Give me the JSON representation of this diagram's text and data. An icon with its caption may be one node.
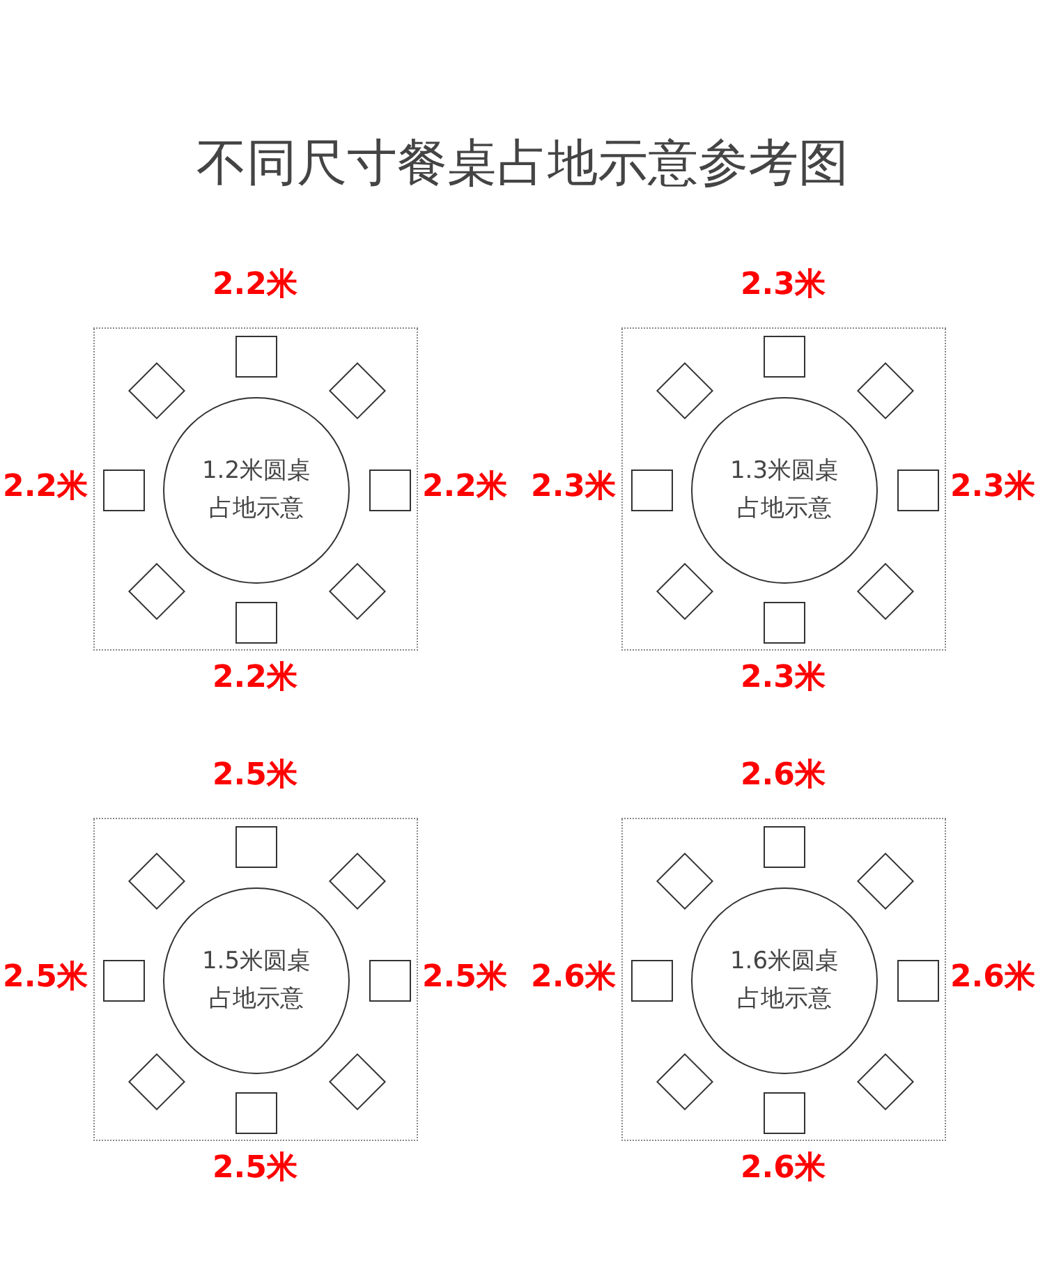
{
  "diagram": {
    "title": "不同尺寸餐桌占地示意参考图",
    "nodes": [
      {
        "text": [],
        "shape": "box"
      },
      {
        "text": [
          "1.2米圆桌占地示意"
        ],
        "in": 0
      },
      {
        "text": [],
        "shape": "box",
        "in": 0
      },
      {
        "text": [],
        "shape": "diamond",
        "in": 0
      },
      {
        "text": [],
        "shape": "diamond",
        "in": 0
      },
      {
        "text": [],
        "shape": "box",
        "in": 0
      },
      {
        "text": [],
        "shape": "box",
        "in": 0
      },
      {
        "text": [],
        "shape": "diamond",
        "in": 0
      },
      {
        "text": [],
        "shape": "diamond",
        "in": 0
      },
      {
        "text": [],
        "shape": "box",
        "in": 0
      },
      {
        "text": [],
        "shape": "box"
      },
      {
        "text": [
          "1.3米圆桌占地示意"
        ],
        "in": 10
      },
      {
        "text": [],
        "shape": "box",
        "in": 10
      },
      {
        "text": [],
        "shape": "diamond",
        "in": 10
      },
      {
        "text": [],
        "shape": "diamond",
        "in": 10
      },
      {
        "text": [],
        "shape": "box",
        "in": 10
      },
      {
        "text": [],
        "shape": "box",
        "in": 10
      },
      {
        "text": [],
        "shape": "diamond",
        "in": 10
      },
      {
        "text": [],
        "shape": "diamond",
        "in": 10
      },
      {
        "text": [],
        "shape": "box",
        "in": 10
      },
      {
        "text": [],
        "shape": "box"
      },
      {
        "text": [
          "1.5米圆桌占地示意"
        ],
        "in": 20
      },
      {
        "text": [],
        "shape": "box",
        "in": 20
      },
      {
        "text": [],
        "shape": "diamond",
        "in": 20
      },
      {
        "text": [],
        "shape": "diamond",
        "in": 20
      },
      {
        "text": [],
        "shape": "box",
        "in": 20
      },
      {
        "text": [],
        "shape": "box",
        "in": 20
      },
      {
        "text": [],
        "shape": "diamond",
        "in": 20
      },
      {
        "text": [],
        "shape": "diamond",
        "in": 20
      },
      {
        "text": [],
        "shape": "box",
        "in": 20
      },
      {
        "text": [],
        "shape": "box"
      },
      {
        "text": [
          "1.6米圆桌占地示意"
        ],
        "in": 30
      },
      {
        "text": [],
        "shape": "box",
        "in": 30
      },
      {
        "text": [],
        "shape": "diamond",
        "in": 30
      },
      {
        "text": [],
        "shape": "diamond",
        "in": 30
      },
      {
        "text": [],
        "shape": "box",
        "in": 30
      },
      {
        "text": [],
        "shape": "box",
        "in": 30
      },
      {
        "text": [],
        "shape": "diamond",
        "in": 30
      },
      {
        "text": [],
        "shape": "diamond",
        "in": 30
      },
      {
        "text": [],
        "shape": "box",
        "in": 30
      }
    ],
    "labels": [
      "2.2米",
      "2.2米",
      "2.2米",
      "2.2米",
      "2.3米",
      "2.3米",
      "2.3米",
      "2.3米",
      "2.5米",
      "2.5米",
      "2.5米",
      "2.5米",
      "2.6米",
      "2.6米",
      "2.6米",
      "2.6米"
    ]
  }
}
